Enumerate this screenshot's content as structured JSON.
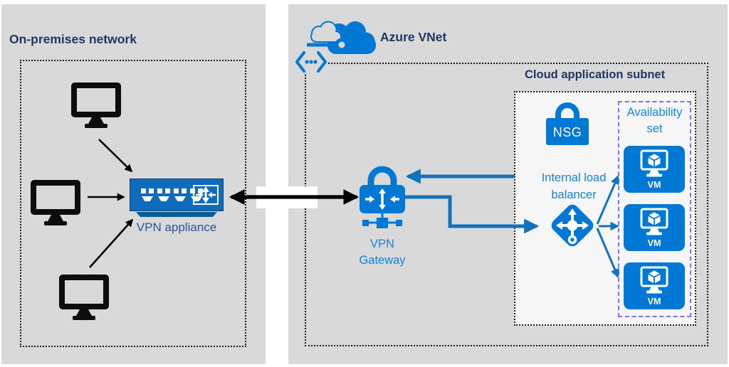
{
  "colors": {
    "panel-gray": "#d9d9d9",
    "subnet-bg": "#f6f6f6",
    "azure-blue": "#0078d4",
    "appliance-blue": "#0f6cbd",
    "appliance-skirt": "#0a5a96",
    "arrow-blue": "#1173bc",
    "navy": "#1f3864",
    "appliance-label": "#2f5496",
    "label-blue": "#1584d8",
    "availability-dash": "#7577e6",
    "dot-border": "#1a1a1a",
    "monitor-black": "#0d0d0d",
    "arrow-black": "#000000"
  },
  "on_premises": {
    "title": "On-premises network",
    "appliance_label": "VPN appliance"
  },
  "azure": {
    "title": "Azure VNet",
    "gateway_label": [
      "VPN",
      "Gateway"
    ],
    "subnet": {
      "title": "Cloud application subnet",
      "nsg_label": "NSG",
      "load_balancer_label": [
        "Internal load",
        "balancer"
      ],
      "availability_set": {
        "title": [
          "Availability",
          "set"
        ],
        "vm_labels": [
          "VM",
          "VM",
          "VM"
        ]
      }
    }
  }
}
